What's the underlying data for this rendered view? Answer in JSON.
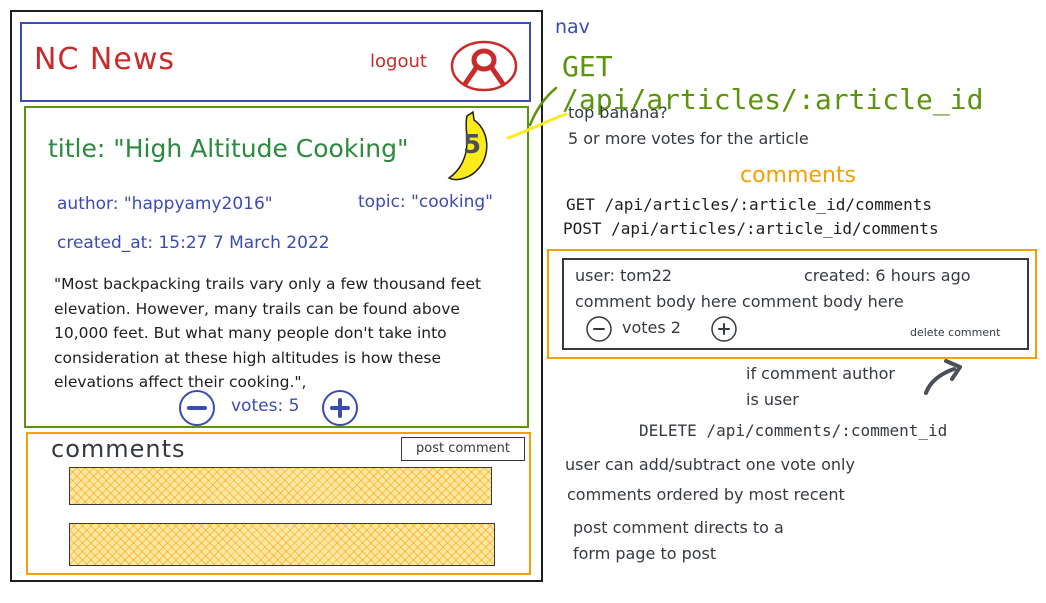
{
  "nav": {
    "app_name": "NC News",
    "logout_label": "logout",
    "note": "nav"
  },
  "article": {
    "title": "title: \"High Altitude Cooking\"",
    "top_banana_votes": "5",
    "author": "author: \"happyamy2016\"",
    "topic": "topic: \"cooking\"",
    "created_at": "created_at: 15:27 7 March 2022",
    "body": "\"Most backpacking trails vary only a few thousand feet elevation. However, many trails can be found above 10,000 feet. But what many people don't take into consideration at these high altitudes is how these elevations affect their cooking.\",",
    "votes_label": "votes: 5",
    "minus_symbol": "−",
    "plus_symbol": "+"
  },
  "comments_section": {
    "heading": "comments",
    "post_button": "post comment"
  },
  "notes": {
    "get_article": "GET /api/articles/:article_id",
    "banana_question": "top banana?",
    "banana_rule": "5 or more votes for the article",
    "comments_heading": "comments",
    "get_comments": "GET /api/articles/:article_id/comments",
    "post_comments": "POST /api/articles/:article_id/comments",
    "if_author_line1": "if comment author",
    "if_author_line2": "is user",
    "delete_endpoint": "DELETE /api/comments/:comment_id",
    "vote_rule": "user can add/subtract one vote only",
    "order_rule": "comments ordered by most recent",
    "post_rule_line1": "post comment directs to a",
    "post_rule_line2": "form page to post"
  },
  "comment_card": {
    "user": "user: tom22",
    "created": "created: 6 hours ago",
    "body": "comment body here comment body here",
    "votes_label": "votes 2",
    "minus_symbol": "−",
    "plus_symbol": "+",
    "delete_label": "delete comment"
  },
  "colors": {
    "nav_border": "#3b4bb3",
    "brand_red": "#c92a2a",
    "article_green": "#2b8a3e",
    "endpoint_green": "#5c940d",
    "comments_orange": "#f59f00",
    "banana_yellow": "#fcea1b"
  }
}
